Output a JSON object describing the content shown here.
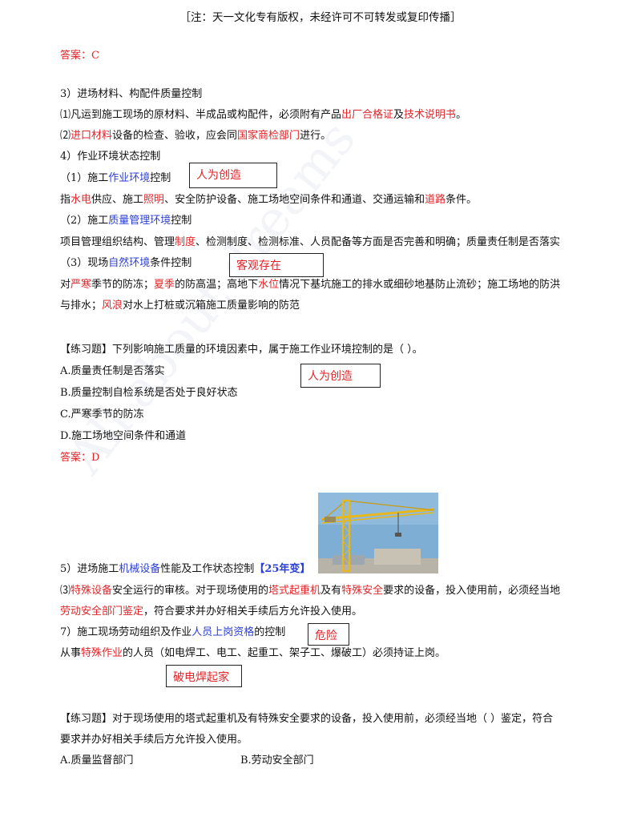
{
  "header": "［注：天一文化专有版权，未经许可不可转发或复印传播］",
  "answer1": "答案：C",
  "s3": {
    "title": "3）进场材料、构配件质量控制",
    "l1": [
      "⑴凡运到施工现场的原材料、半成品或构配件，必须附有产品",
      "出厂合格证",
      "及",
      "技术说明书",
      "。"
    ],
    "l2": [
      "⑵",
      "进口材料",
      "设备的检查、验收，应会同",
      "国家商检部门",
      "进行。"
    ]
  },
  "s4": {
    "title": "4）作业环境状态控制",
    "a_title": [
      "（1）施工",
      "作业环境",
      "控制"
    ],
    "a_body": [
      "指",
      "水电",
      "供应、施工",
      "照明",
      "、安全防护设备、施工场地空间条件和通道、交通运输和",
      "道路",
      "条件。"
    ],
    "b_title": [
      "（2）施工",
      "质量管理环境",
      "控制"
    ],
    "b_body": [
      "项目管理组织结构、管理",
      "制度",
      "、检测制度、检测标准、人员配备等方面是否完善和明确；质量责任制是否落实"
    ],
    "c_title": [
      "（3）现场",
      "自然环境",
      "条件控制"
    ],
    "c_body1": [
      "对",
      "严寒",
      "季节的防冻；",
      "夏季",
      "的防高温；高地下",
      "水位",
      "情况下基坑施工的排水或细砂地基防止流砂；施工场地的防洪"
    ],
    "c_body2": [
      "与排水；",
      "风浪",
      "对水上打桩或沉箱施工质量影响的防范"
    ]
  },
  "notes": {
    "n1": "人为创造",
    "n2": "客观存在",
    "n3": "人为创造",
    "n4": "危险",
    "n5": "破电焊起家"
  },
  "q1": {
    "stem": "【练习题】下列影响施工质量的环境因素中，属于施工作业环境控制的是（  ）。",
    "a": "A.质量责任制是否落实",
    "b": "B.质量控制自检系统是否处于良好状态",
    "c": "C.严寒季节的防冻",
    "d": "D.施工场地空间条件和通道",
    "answer": "答案：D"
  },
  "s5": {
    "title": [
      "5）进场施工",
      "机械设备",
      "性能及工作状态控制",
      "【25年变】"
    ],
    "l1": [
      "⑶",
      "特殊设备",
      "安全运行的审核。对于现场使用的",
      "塔式起重机",
      "及有",
      "特殊安全",
      "要求的设备，投入使用前，必须经当地"
    ],
    "l2": [
      "劳动安全部门鉴定",
      "，符合要求并办好相关手续后方允许投入使用。"
    ]
  },
  "s7": {
    "title": [
      "7）施工现场劳动组织及作业",
      "人员上岗资格",
      "的控制"
    ],
    "body": [
      "从事",
      "特殊作业",
      "的人员（如电焊工、电工、起重工、架子工、爆破工）必须持证上岗。"
    ]
  },
  "q2": {
    "stem1": "【练习题】对于现场使用的塔式起重机及有特殊安全要求的设备，投入使用前，必须经当地（   ）鉴定，符合",
    "stem2": "要求并办好相关手续后方允许投入使用。",
    "a": "A.质量监督部门",
    "b": "B.劳动安全部门"
  },
  "watermark": "All about dreams",
  "colors": {
    "red": "#e0262a",
    "blue": "#2b3fd6"
  }
}
